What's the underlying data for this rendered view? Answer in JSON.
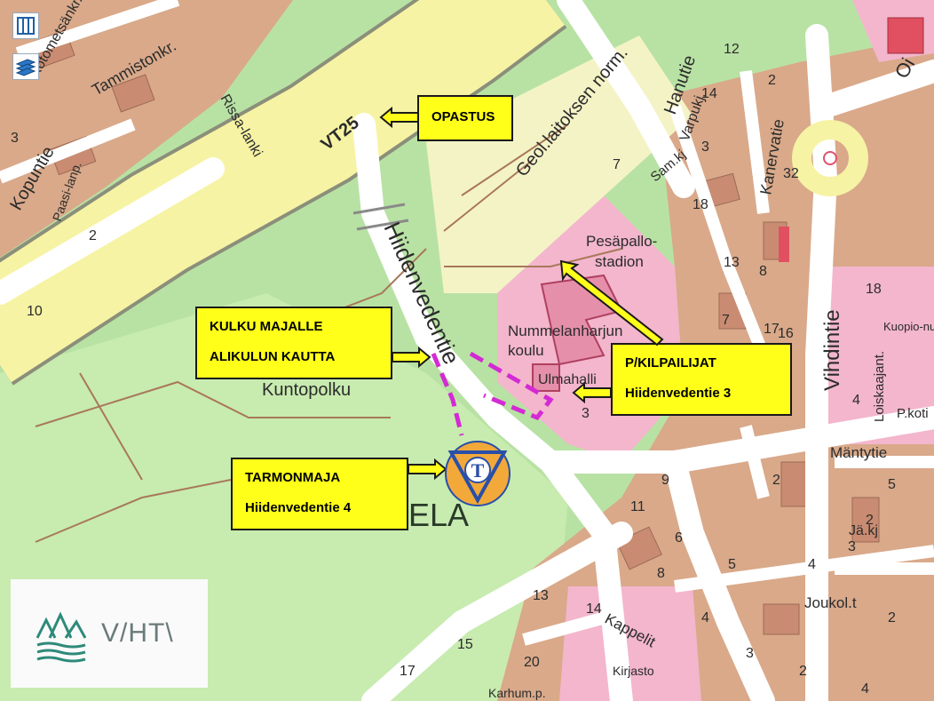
{
  "controls": {
    "columns_icon": "columns-icon",
    "layers_icon": "layers-icon"
  },
  "colors": {
    "park_green": "#b8e2a4",
    "highway_yellow": "#f6f3a4",
    "residential_brown": "#d9a98a",
    "school_pink": "#f3b6cc",
    "road_white": "#ffffff",
    "callout_yellow": "#ffff1a",
    "route_magenta": "#d42ad4"
  },
  "road_labels": {
    "vt25": "VT25",
    "hiidenvedentie": "Hiidenvedentie",
    "vihdintie": "Vihdintie",
    "kuntopolku": "Kuntopolku",
    "geol": "Geol.laitoksen norm.",
    "pesapallo": "Pesäpallo-",
    "stadion": "stadion",
    "nummela": "Nummelanharjun",
    "koulu": "koulu",
    "ulmahalli": "Ulmahalli",
    "kopuntie": "Kopuntie",
    "tammistonkr": "Tammistonkr.",
    "kotometsankr": "Kotometsänkr.",
    "rissalanki": "Rissa-lanki",
    "hanutie": "Hanutie",
    "varpuk": "Varpukj.",
    "kanervatie": "Kanervatie",
    "mantytie": "Mäntytie",
    "loiskaajant": "Loiskaajant.",
    "jakj": "Jä.kj",
    "joukolt": "Joukol.t",
    "kappelit": "Kappelit",
    "karhump": "Karhum.p.",
    "kirjasto": "Kirjasto",
    "paasi": "Paasi-lanp.",
    "sammkj": "Sam.kj",
    "ela": "ELA",
    "pkoti": "P.koti",
    "kuopio": "Kuopio-numme-koulu",
    "oi": "Oi"
  },
  "house_numbers": [
    "3",
    "2",
    "10",
    "12",
    "14",
    "2",
    "7",
    "3",
    "18",
    "32",
    "13",
    "8",
    "18",
    "7",
    "17",
    "16",
    "4",
    "3",
    "11",
    "9",
    "13",
    "14",
    "17",
    "15",
    "20",
    "2",
    "5",
    "6",
    "4",
    "2",
    "8",
    "3",
    "5",
    "4",
    "2",
    "3",
    "2",
    "4"
  ],
  "callouts": {
    "opastus": "OPASTUS",
    "kulku_line1": "KULKU MAJALLE",
    "kulku_line2": "ALIKULUN KAUTTA",
    "kilpailijat_line1": "P/KILPAILIJAT",
    "kilpailijat_line2": "Hiidenvedentie 3",
    "tarmonmaja_line1": "TARMONMAJA",
    "tarmonmaja_line2": "Hiidenvedentie 4"
  },
  "club_logo": {
    "icon": "club-emblem-icon",
    "letter": "T"
  },
  "town_logo": {
    "text": "V/HT\\",
    "icon": "vihti-crest-icon"
  }
}
